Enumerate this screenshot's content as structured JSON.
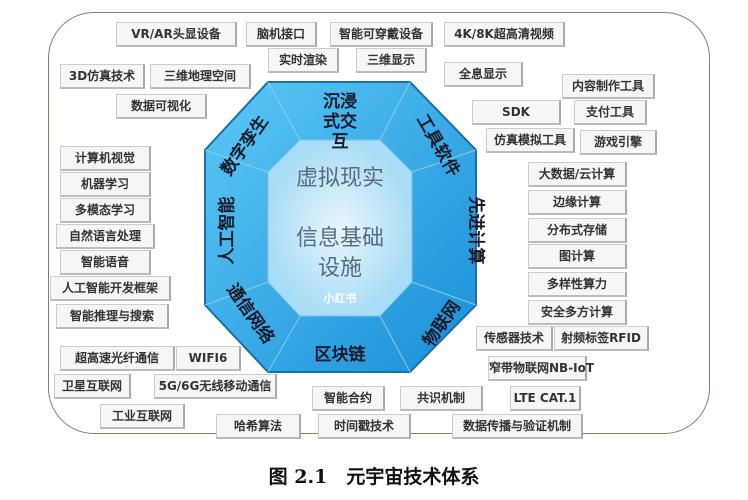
{
  "core": {
    "line1": "虚拟现实",
    "line2": "信息基础",
    "line3": "设施",
    "watermark": "小红书"
  },
  "segments": [
    "沉浸式交互",
    "工具软件",
    "先进计算",
    "物联网",
    "区块链",
    "通信网络",
    "人工智能",
    "数字孪生"
  ],
  "boxes": [
    "VR/AR头显设备",
    "脑机接口",
    "智能可穿戴设备",
    "4K/8K超高清视频",
    "实时渲染",
    "三维显示",
    "3D仿真技术",
    "三维地理空间",
    "全息显示",
    "数据可视化",
    "内容制作工具",
    "SDK",
    "支付工具",
    "仿真模拟工具",
    "游戏引擎",
    "计算机视觉",
    "机器学习",
    "多模态学习",
    "自然语言处理",
    "智能语音",
    "人工智能开发框架",
    "智能推理与搜索",
    "大数据/云计算",
    "边缘计算",
    "分布式存储",
    "图计算",
    "多样性算力",
    "安全多方计算",
    "传感器技术",
    "射频标签RFID",
    "窄带物联网NB-IoT",
    "超高速光纤通信",
    "WIFI6",
    "卫星互联网",
    "5G/6G无线移动通信",
    "工业互联网",
    "智能合约",
    "共识机制",
    "LTE CAT.1",
    "哈希算法",
    "时间戳技术",
    "数据传播与验证机制"
  ],
  "caption": "图 2.1　元宇宙技术体系",
  "colors": {
    "outer": "#29a9e8",
    "inner": "#bfe6fa"
  }
}
